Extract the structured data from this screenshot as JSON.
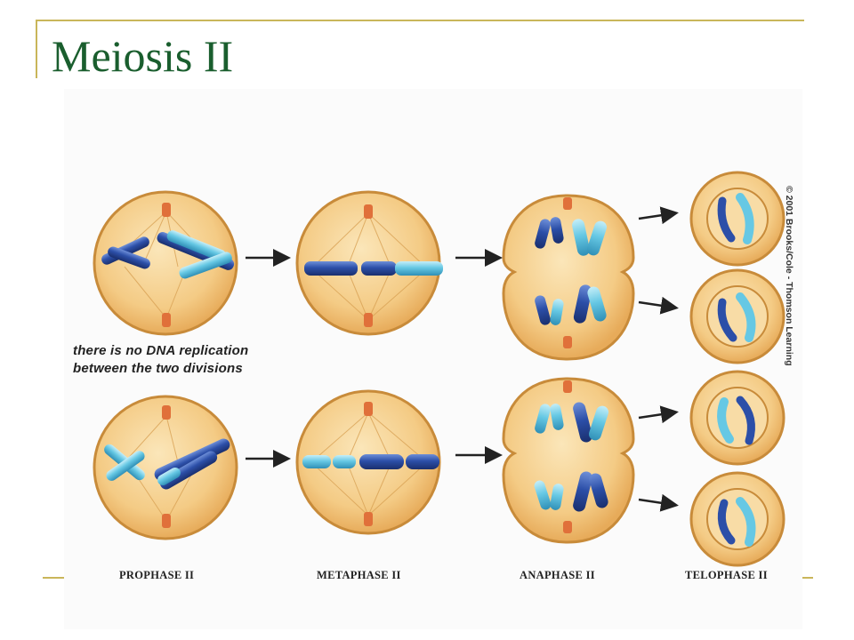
{
  "slide": {
    "title": "Meiosis II"
  },
  "note": {
    "line1": "there is no DNA replication",
    "line2": "between the two divisions"
  },
  "phases": [
    "PROPHASE II",
    "METAPHASE II",
    "ANAPHASE II",
    "TELOPHASE II"
  ],
  "copyright": "© 2001 Brooks/Cole - Thomson Learning",
  "colors": {
    "title": "#1a5e2e",
    "frame_accent": "#c9b65a",
    "cell_fill": "#f6d08f",
    "cell_border": "#c88b3a",
    "chromosome_dark": "#2c4fa8",
    "chromosome_light": "#66c8e4",
    "centrosome": "#e0703a"
  }
}
